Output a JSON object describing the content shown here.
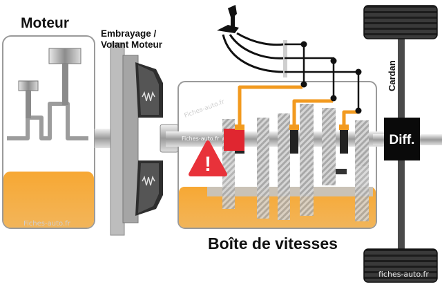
{
  "labels": {
    "engine": "Moteur",
    "clutch_line1": "Embrayage /",
    "clutch_line2": "Volant Moteur",
    "cardan": "Cardan",
    "differential": "Diff.",
    "gearbox": "Boîte de vitesses",
    "warning": "!"
  },
  "watermarks": {
    "engine": "Fiches-auto.fr",
    "gearbox_diagonal": "Fiches-auto.fr",
    "shaft": "Fiches-auto.fr",
    "footer": "fiches-auto.fr"
  },
  "colors": {
    "oil": "#f7a833",
    "selector": "#f29a1f",
    "linkage": "#111111",
    "warning": "#e8323a",
    "highlight_gear": "#e02630",
    "differential": "#0a0a0a"
  }
}
